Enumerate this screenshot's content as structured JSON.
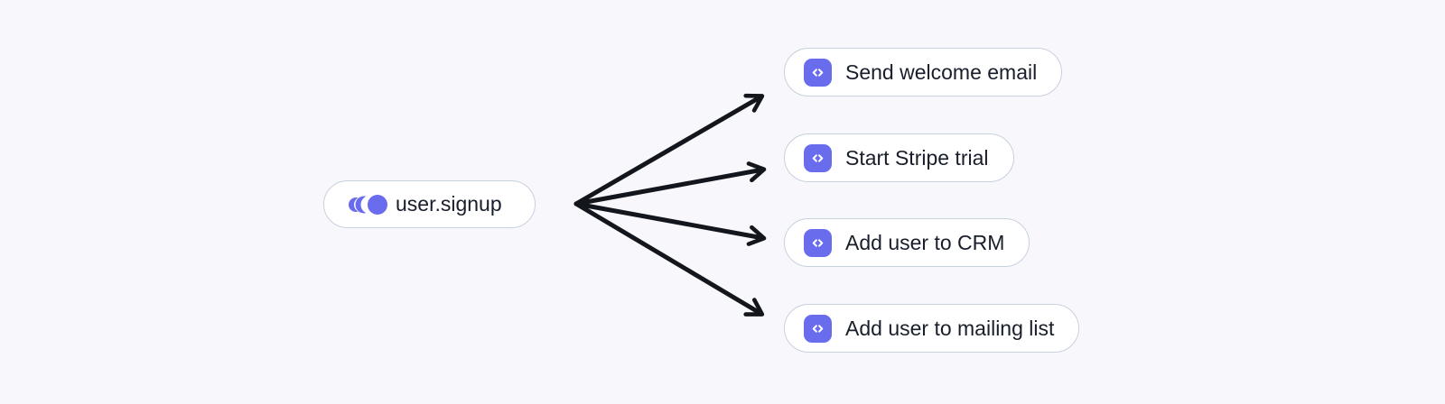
{
  "canvas": {
    "background": "#f8f8fc"
  },
  "colors": {
    "accent": "#6a6cee",
    "node_background": "#ffffff",
    "node_border": "#c7d1df",
    "node_text": "#191e2b",
    "arrow": "#14161e"
  },
  "trigger": {
    "label": "user.signup",
    "icon": "event-pulse-icon"
  },
  "functions": [
    {
      "label": "Send welcome email",
      "icon": "code-icon"
    },
    {
      "label": "Start Stripe trial",
      "icon": "code-icon"
    },
    {
      "label": "Add user to CRM",
      "icon": "code-icon"
    },
    {
      "label": "Add user to mailing list",
      "icon": "code-icon"
    }
  ],
  "edges": [
    {
      "from": "user.signup",
      "to": "Send welcome email"
    },
    {
      "from": "user.signup",
      "to": "Start Stripe trial"
    },
    {
      "from": "user.signup",
      "to": "Add user to CRM"
    },
    {
      "from": "user.signup",
      "to": "Add user to mailing list"
    }
  ]
}
